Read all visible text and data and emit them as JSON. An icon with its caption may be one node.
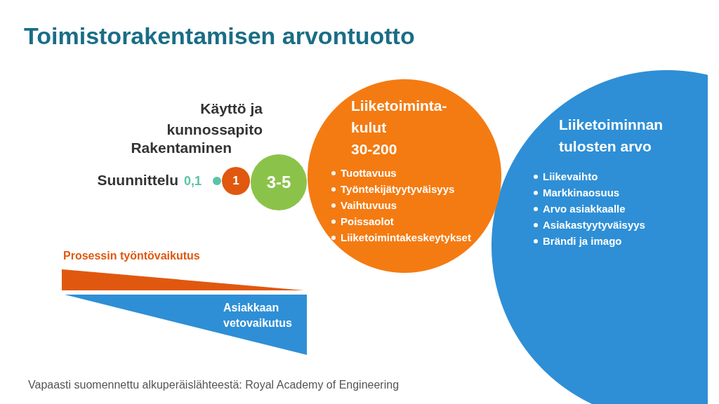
{
  "diagram": {
    "title": "Toimistorakentamisen arvontuotto",
    "caption": "Vapaasti suomennettu alkuperäislähteestä: Royal Academy of Engineering",
    "nodes": [
      {
        "text": [],
        "shape": "circle",
        "beside": [
          "Suunnittelu",
          "0,1"
        ]
      },
      {
        "text": [
          "1"
        ],
        "beside": [
          "Rakentaminen"
        ]
      },
      {
        "text": [
          "3-5"
        ],
        "beside": [
          "Käyttö ja kunnossapito"
        ]
      },
      {
        "text": [
          "Liiketoiminta-kulut",
          "30-200",
          "Tuottavuus",
          "Työntekijätyytyväisyys",
          "Vaihtuvuus",
          "Poissaolot",
          "Liiketoimintakeskeytykset"
        ]
      },
      {
        "text": [
          "Liiketoiminnan tulosten arvo",
          "Liikevaihto",
          "Markkinaosuus",
          "Arvo asiakkaalle",
          "Asiakastyytyväisyys",
          "Brändi ja imago"
        ]
      },
      {
        "text": [
          "Prosessin työntövaikutus"
        ]
      },
      {
        "text": [
          "Asiakkaan vetovaikutus"
        ]
      }
    ],
    "edges": []
  }
}
